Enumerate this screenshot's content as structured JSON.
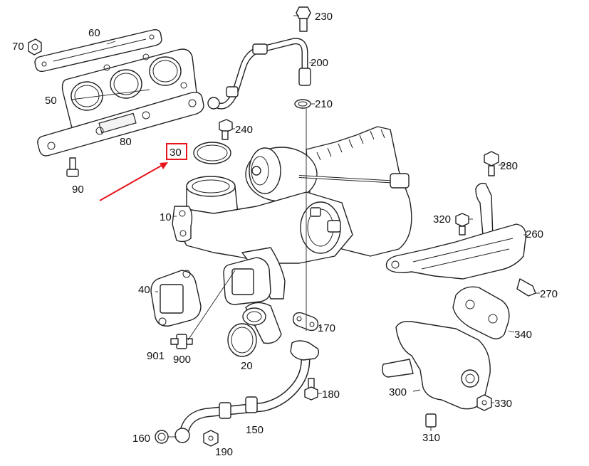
{
  "diagram": {
    "callouts": [
      {
        "id": "c230",
        "text": "230"
      },
      {
        "id": "c70",
        "text": "70"
      },
      {
        "id": "c60",
        "text": "60"
      },
      {
        "id": "c200",
        "text": "200"
      },
      {
        "id": "c50",
        "text": "50"
      },
      {
        "id": "c210",
        "text": "210"
      },
      {
        "id": "c240",
        "text": "240"
      },
      {
        "id": "c80",
        "text": "80"
      },
      {
        "id": "c30",
        "text": "30"
      },
      {
        "id": "c280",
        "text": "280"
      },
      {
        "id": "c90",
        "text": "90"
      },
      {
        "id": "c10",
        "text": "10"
      },
      {
        "id": "c320",
        "text": "320"
      },
      {
        "id": "c260",
        "text": "260"
      },
      {
        "id": "c40",
        "text": "40"
      },
      {
        "id": "c270",
        "text": "270"
      },
      {
        "id": "c170",
        "text": "170"
      },
      {
        "id": "c340",
        "text": "340"
      },
      {
        "id": "c901",
        "text": "901"
      },
      {
        "id": "c900",
        "text": "900"
      },
      {
        "id": "c20",
        "text": "20"
      },
      {
        "id": "c300",
        "text": "300"
      },
      {
        "id": "c180",
        "text": "180"
      },
      {
        "id": "c330",
        "text": "330"
      },
      {
        "id": "c160",
        "text": "160"
      },
      {
        "id": "c150",
        "text": "150"
      },
      {
        "id": "c310",
        "text": "310"
      },
      {
        "id": "c190",
        "text": "190"
      }
    ],
    "highlight": {
      "callout": "30",
      "color": "#e8141b"
    },
    "colors": {
      "line": "#222222",
      "accent": "#e8141b"
    }
  }
}
